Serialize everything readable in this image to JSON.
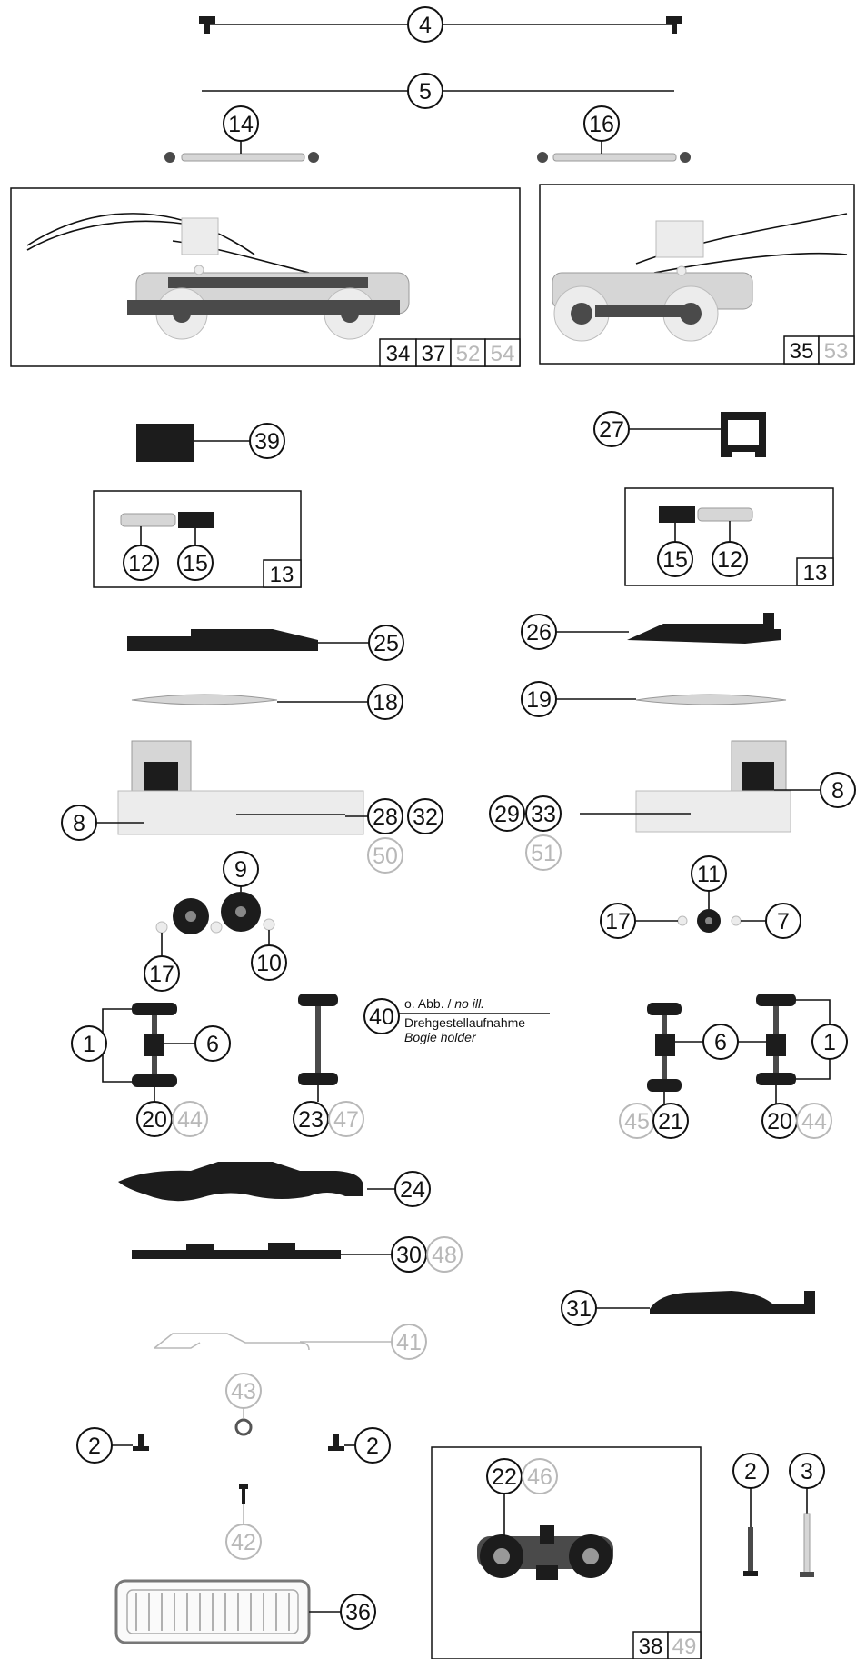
{
  "callouts": {
    "c4": "4",
    "c5": "5",
    "c14": "14",
    "c16": "16",
    "c39": "39",
    "c27": "27",
    "c12a": "12",
    "c15a": "15",
    "c15b": "15",
    "c12b": "12",
    "c25": "25",
    "c26": "26",
    "c18": "18",
    "c19": "19",
    "c8a": "8",
    "c28": "28",
    "c32": "32",
    "c50": "50",
    "c29": "29",
    "c33": "33",
    "c51": "51",
    "c8b": "8",
    "c9": "9",
    "c17a": "17",
    "c10": "10",
    "c11": "11",
    "c17b": "17",
    "c7": "7",
    "c1a": "1",
    "c6a": "6",
    "c20a": "20",
    "c44a": "44",
    "c23": "23",
    "c47": "47",
    "c40": "40",
    "c6b": "6",
    "c1b": "1",
    "c45": "45",
    "c21": "21",
    "c20b": "20",
    "c44b": "44",
    "c24": "24",
    "c30": "30",
    "c48": "48",
    "c31": "31",
    "c41": "41",
    "c43": "43",
    "c2a": "2",
    "c2b": "2",
    "c42": "42",
    "c36": "36",
    "c22": "22",
    "c46": "46",
    "c2c": "2",
    "c3": "3"
  },
  "boxes": {
    "box_left_top": [
      "34",
      "37",
      "52",
      "54"
    ],
    "box_right_top": [
      "35",
      "53"
    ],
    "box_coupler_left": "13",
    "box_coupler_right": "13",
    "box_bogie": [
      "38",
      "49"
    ]
  },
  "note_40": {
    "line1_prefix": "o. Abb. / ",
    "line1_italic": "no ill.",
    "line2": "Drehgestellaufnahme",
    "line3": "Bogie holder"
  },
  "colors": {
    "black": "#111111",
    "grey": "#b8b8b8"
  }
}
